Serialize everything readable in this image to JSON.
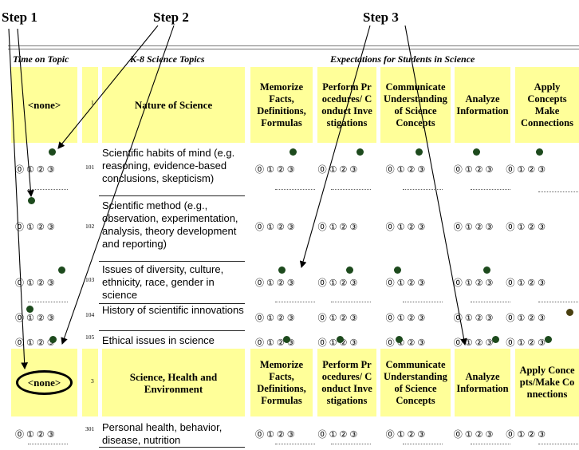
{
  "steps": [
    "Step 1",
    "Step 2",
    "Step 3"
  ],
  "headers": {
    "time_on_topic": "Time on Topic",
    "topics": "K-8 Science Topics",
    "expectations": "Expectations for Students in Science"
  },
  "section1": {
    "time": "<none>",
    "number": "1",
    "title": "Nature of Science",
    "expectations": [
      "Memorize Facts, Definitions, Formulas",
      "Perform Procedures/ Conduct Investigations",
      "Communicate Understanding of Science Concepts",
      "Analyze Information",
      "Apply Concepts Make Connections"
    ]
  },
  "rows": [
    {
      "number": "101",
      "text": "Scientific habits of mind (e.g. reasoning, evidence-based conclusions, skepticism)"
    },
    {
      "number": "102",
      "text": "Scientific method (e.g., observation, experimentation, analysis, theory development and reporting)"
    },
    {
      "number": "103",
      "text": "Issues of diversity, culture, ethnicity, race, gender in science"
    },
    {
      "number": "104",
      "text": "History of scientific innovations"
    },
    {
      "number": "105",
      "text": "Ethical issues in science"
    }
  ],
  "section3": {
    "time": "<none>",
    "number": "3",
    "title": "Science, Health and Environment",
    "expectations": [
      "Memorize Facts, Definitions, Formulas",
      "Perform Procedures/ Conduct Investigations",
      "Communicate Understanding of Science Concepts",
      "Analyze Information",
      "Apply Concepts/Make Connections"
    ]
  },
  "row301": {
    "number": "301",
    "text": "Personal health, behavior, disease, nutrition"
  },
  "scale": "⓪①②③",
  "colors": {
    "highlight": "#ffff99",
    "marker": "#1d4a1d"
  }
}
